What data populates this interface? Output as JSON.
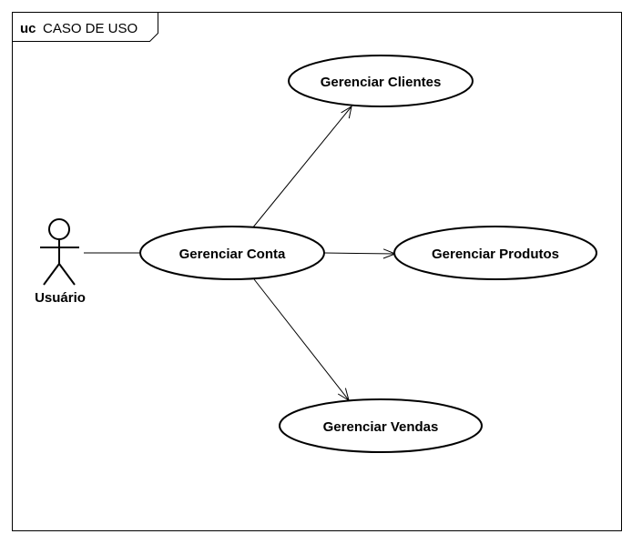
{
  "frame": {
    "keyword": "uc",
    "name": "CASO DE USO"
  },
  "actor": {
    "name": "Usuário"
  },
  "use_cases": {
    "account": "Gerenciar Conta",
    "clients": "Gerenciar Clientes",
    "products": "Gerenciar Produtos",
    "sales": "Gerenciar Vendas"
  },
  "relationships": [
    {
      "from": "Usuário",
      "to": "Gerenciar Conta",
      "kind": "association"
    },
    {
      "from": "Gerenciar Conta",
      "to": "Gerenciar Clientes",
      "kind": "directed"
    },
    {
      "from": "Gerenciar Conta",
      "to": "Gerenciar Produtos",
      "kind": "directed"
    },
    {
      "from": "Gerenciar Conta",
      "to": "Gerenciar Vendas",
      "kind": "directed"
    }
  ],
  "colors": {
    "line": "#000000",
    "background": "#ffffff"
  }
}
